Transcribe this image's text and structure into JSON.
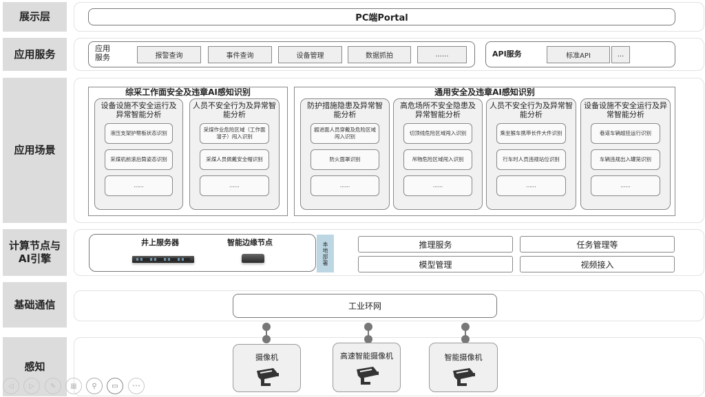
{
  "layers": {
    "presentation": {
      "label": "展示层",
      "portal": "PC端Portal"
    },
    "app_services": {
      "label": "应用服务",
      "group_label": "应用\n服务",
      "items": [
        "报警查询",
        "事件查询",
        "设备管理",
        "数据抓拍",
        "......"
      ],
      "api_group_label": "API服务",
      "api_items": [
        "标准API",
        "..."
      ]
    },
    "scenarios": {
      "label": "应用场景",
      "groups": [
        {
          "title": "综采工作面安全及违章AI感知识别",
          "categories": [
            {
              "title": "设备设施不安全运行及异常智能分析",
              "items": [
                "液压支架护帮板状态识别",
                "采煤机前滚后筒姿态识别",
                "......"
              ]
            },
            {
              "title": "人员不安全行为及异常智能分析",
              "items": [
                "采煤作业危险区域（工作面溜子）闯入识别",
                "采煤人员佩戴安全帽识别",
                "......"
              ]
            }
          ]
        },
        {
          "title": "通用安全及违章AI感知识别",
          "categories": [
            {
              "title": "防护措施隐患及异常智能分析",
              "items": [
                "掘进面人员穿戴及危险区域闯入识别",
                "防火面罩识别",
                "......"
              ]
            },
            {
              "title": "高危场所不安全隐患及异常智能分析",
              "items": [
                "切顶线危险区域闯入识别",
                "吊物危险区域闯入识别",
                "......"
              ]
            },
            {
              "title": "人员不安全行为及异常智能分析",
              "items": [
                "乘坐猴车携带长件大件识别",
                "行车时人员违规站位识别",
                "......"
              ]
            },
            {
              "title": "设备设施不安全运行及异常智能分析",
              "items": [
                "巷道车辆超挂运行识别",
                "车辆违规出入罐笼识别",
                "......"
              ]
            }
          ]
        }
      ]
    },
    "compute": {
      "label": "计算节点与\nAI引擎",
      "server_label": "井上服务器",
      "edge_label": "智能边缘节点",
      "local_deploy": "本地部署",
      "services": [
        "推理服务",
        "任务管理等",
        "模型管理",
        "视频接入"
      ]
    },
    "network": {
      "label": "基础通信",
      "ring": "工业环网"
    },
    "perception": {
      "label": "感知",
      "devices": [
        "摄像机",
        "高速智能摄像机",
        "智能摄像机"
      ]
    }
  },
  "player_controls": [
    {
      "icon": "previous-icon",
      "glyph": "◁"
    },
    {
      "icon": "next-icon",
      "glyph": "▷"
    },
    {
      "icon": "pen-icon",
      "glyph": "✎"
    },
    {
      "icon": "grid-icon",
      "glyph": "▦"
    },
    {
      "icon": "search-icon",
      "glyph": "⚲"
    },
    {
      "icon": "video-icon",
      "glyph": "▭"
    },
    {
      "icon": "more-icon",
      "glyph": "•••"
    }
  ]
}
